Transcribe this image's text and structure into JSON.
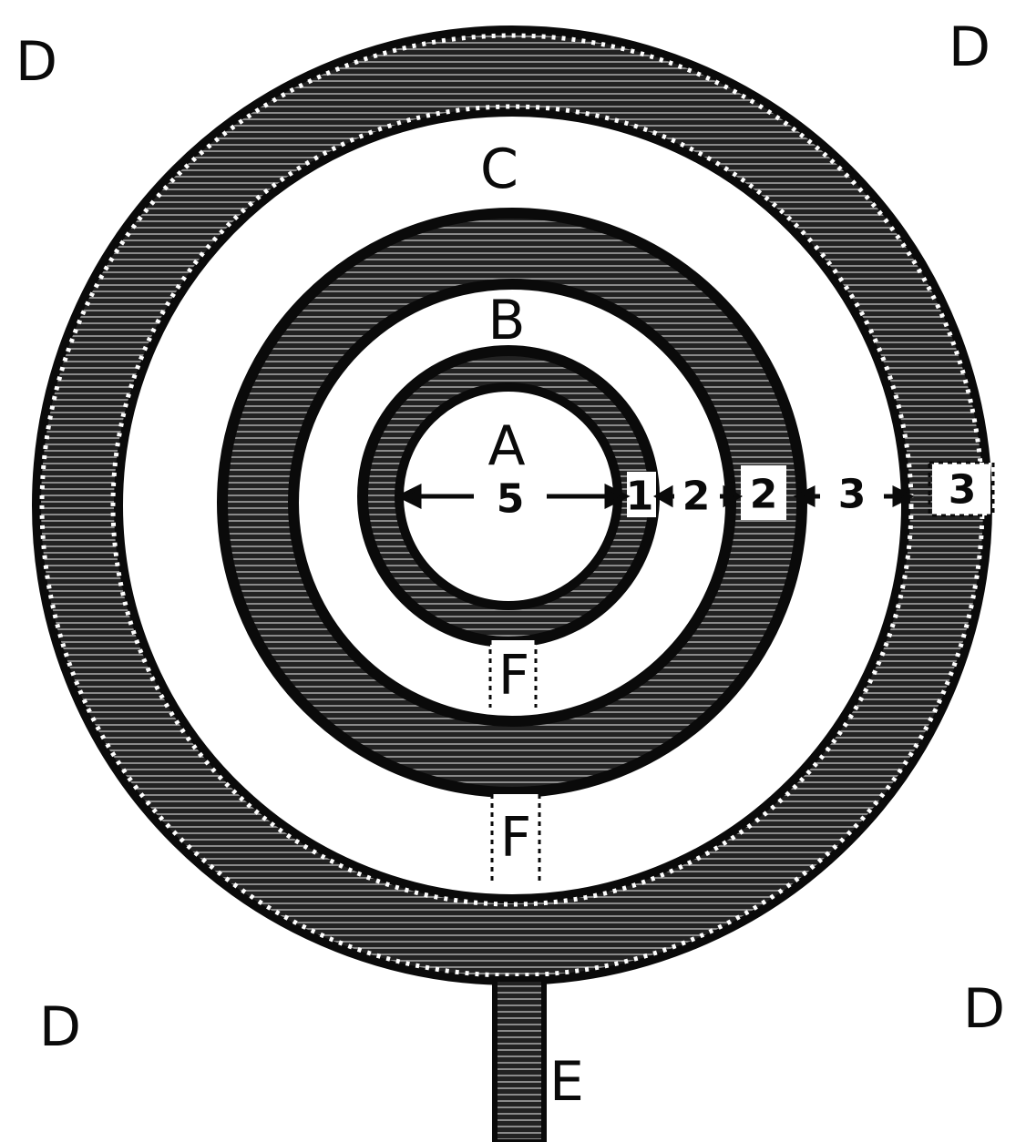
{
  "labels": {
    "inner_circle": "A",
    "inner_ring": "B",
    "middle_space": "C",
    "corner_tl": "D",
    "corner_tr": "D",
    "corner_bl": "D",
    "corner_br": "D",
    "entrance": "E",
    "passage_upper": "F",
    "passage_lower": "F"
  },
  "dimensions": {
    "inner_diameter": "5",
    "inner_wall": "1",
    "inner_gap": "2",
    "middle_wall": "2",
    "outer_gap": "3",
    "outer_wall": "3"
  },
  "colors": {
    "ink": "#0a0a0a",
    "paper": "#ffffff",
    "hatch": "#5a5a5a"
  }
}
